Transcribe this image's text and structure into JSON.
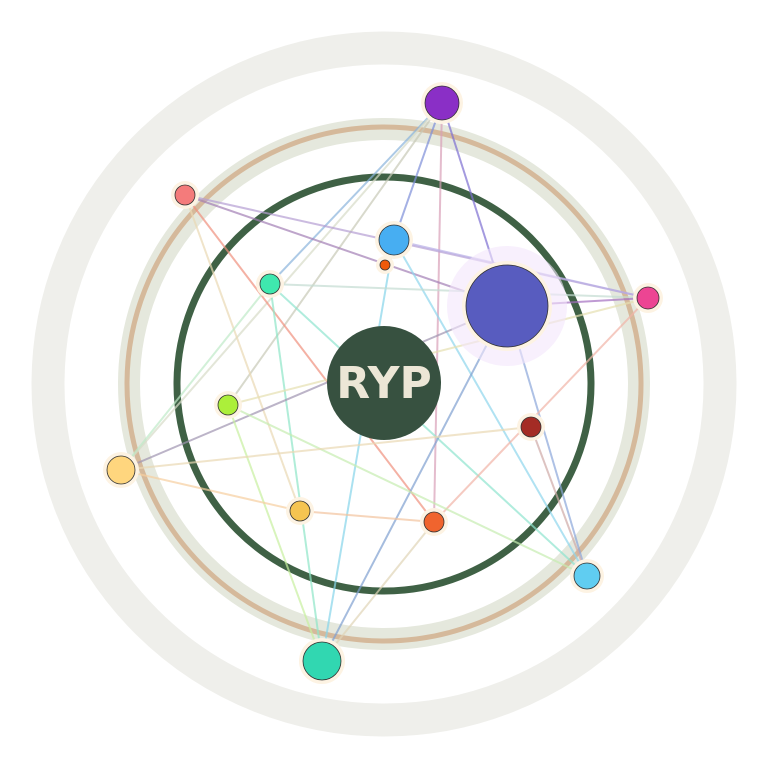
{
  "hub": {
    "label": "RYP",
    "fill": "#375140",
    "text_color": "#ece6d6"
  },
  "ring_colors": {
    "outer": "#efefeb",
    "band": "#e5e8dd",
    "tan": "#d5b99b",
    "inner": "#3f6145"
  },
  "nodes": [
    {
      "id": "purple-top",
      "color": "#8a2fc6",
      "icon": "circle-node"
    },
    {
      "id": "pink-left",
      "color": "#f47b7b",
      "icon": "circle-node"
    },
    {
      "id": "blue-small",
      "color": "#47aef2",
      "icon": "circle-node"
    },
    {
      "id": "orange-dot",
      "color": "#f05a0a",
      "icon": "circle-node"
    },
    {
      "id": "magenta-right",
      "color": "#ec4593",
      "icon": "circle-node"
    },
    {
      "id": "mint",
      "color": "#3fe8ae",
      "icon": "circle-node"
    },
    {
      "id": "indigo-large",
      "color": "#585cbf",
      "icon": "circle-node"
    },
    {
      "id": "lime",
      "color": "#acef3a",
      "icon": "circle-node"
    },
    {
      "id": "darkred",
      "color": "#a42c25",
      "icon": "circle-node"
    },
    {
      "id": "yellow-left",
      "color": "#ffd67e",
      "icon": "circle-node"
    },
    {
      "id": "amber",
      "color": "#f5c451",
      "icon": "circle-node"
    },
    {
      "id": "orange-low",
      "color": "#f0642e",
      "icon": "circle-node"
    },
    {
      "id": "skyblue",
      "color": "#60cdf1",
      "icon": "circle-node"
    },
    {
      "id": "teal-bottom",
      "color": "#31d7b1",
      "icon": "circle-node"
    }
  ],
  "edges": [
    {
      "from": "purple-top",
      "to": "indigo-large",
      "color": "#7e6fd1"
    },
    {
      "from": "purple-top",
      "to": "blue-small",
      "color": "#7e8fd8"
    },
    {
      "from": "purple-top",
      "to": "mint",
      "color": "#8ab4dc"
    },
    {
      "from": "purple-top",
      "to": "orange-low",
      "color": "#d9a0b8"
    },
    {
      "from": "purple-top",
      "to": "lime",
      "color": "#c8c9b6"
    },
    {
      "from": "purple-top",
      "to": "yellow-left",
      "color": "#d7dcc8"
    },
    {
      "from": "pink-left",
      "to": "magenta-right",
      "color": "#b59ed3"
    },
    {
      "from": "pink-left",
      "to": "indigo-large",
      "color": "#a37fb5"
    },
    {
      "from": "pink-left",
      "to": "orange-low",
      "color": "#f0907e"
    },
    {
      "from": "pink-left",
      "to": "amber",
      "color": "#ead8b4"
    },
    {
      "from": "blue-small",
      "to": "magenta-right",
      "color": "#b8aee6"
    },
    {
      "from": "blue-small",
      "to": "skyblue",
      "color": "#8ed6ec"
    },
    {
      "from": "blue-small",
      "to": "teal-bottom",
      "color": "#86d4ea"
    },
    {
      "from": "mint",
      "to": "magenta-right",
      "color": "#c3dcd2"
    },
    {
      "from": "mint",
      "to": "skyblue",
      "color": "#8ee4cf"
    },
    {
      "from": "mint",
      "to": "teal-bottom",
      "color": "#8fe6c7"
    },
    {
      "from": "indigo-large",
      "to": "magenta-right",
      "color": "#a46fc1"
    },
    {
      "from": "indigo-large",
      "to": "skyblue",
      "color": "#8ba6da"
    },
    {
      "from": "indigo-large",
      "to": "teal-bottom",
      "color": "#7f9fd0"
    },
    {
      "from": "indigo-large",
      "to": "yellow-left",
      "color": "#9f94b0"
    },
    {
      "from": "magenta-right",
      "to": "orange-low",
      "color": "#f1b4a6"
    },
    {
      "from": "magenta-right",
      "to": "lime",
      "color": "#e6e0b0"
    },
    {
      "from": "lime",
      "to": "skyblue",
      "color": "#c6edb0"
    },
    {
      "from": "lime",
      "to": "teal-bottom",
      "color": "#c8f0a0"
    },
    {
      "from": "yellow-left",
      "to": "amber",
      "color": "#f6cfa0"
    },
    {
      "from": "yellow-left",
      "to": "darkred",
      "color": "#e9d8b4"
    },
    {
      "from": "yellow-left",
      "to": "mint",
      "color": "#bfe9c7"
    },
    {
      "from": "darkred",
      "to": "skyblue",
      "color": "#cfa9a6"
    },
    {
      "from": "orange-low",
      "to": "teal-bottom",
      "color": "#e0d4b7"
    },
    {
      "from": "orange-low",
      "to": "amber",
      "color": "#f2c39e"
    }
  ]
}
